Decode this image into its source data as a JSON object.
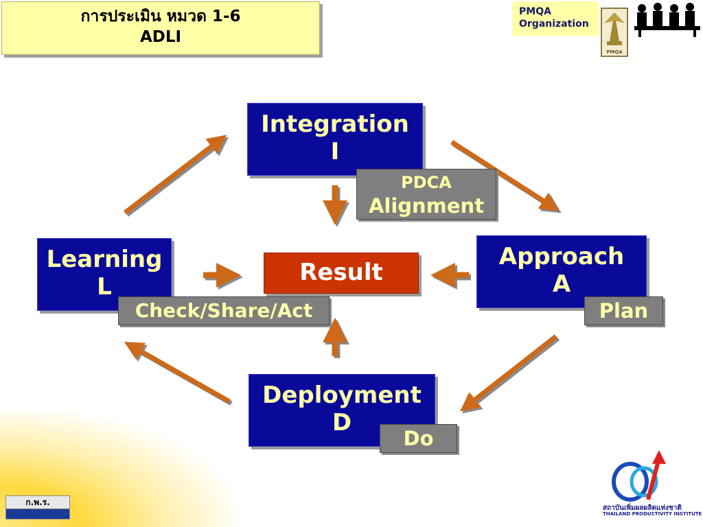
{
  "header": {
    "title_line1": "การประเมิน หมวด 1-6",
    "title_line2": "ADLI",
    "org_line1": "PMQA",
    "org_line2": "Organization",
    "logo_text": "PMQA"
  },
  "diagram": {
    "integration": {
      "name": "Integration",
      "letter": "I"
    },
    "approach": {
      "name": "Approach",
      "letter": "A"
    },
    "deployment": {
      "name": "Deployment",
      "letter": "D"
    },
    "learning": {
      "name": "Learning",
      "letter": "L"
    },
    "result": "Result",
    "tags": {
      "integration_line1": "PDCA",
      "integration_line2": "Alignment",
      "approach": "Plan",
      "deployment": "Do",
      "learning": "Check/Share/Act"
    }
  },
  "footer": {
    "ocsc_label": "ก.พ.ร.",
    "tpi_line1": "สถาบันเพิ่มผลผลิตแห่งชาติ",
    "tpi_line2": "THAILAND PRODUCTIVITY INSTITUTE"
  },
  "colors": {
    "node_fill": "#0a0a9a",
    "node_text": "#ffffa8",
    "result_fill": "#cc3300",
    "tag_fill": "#7f7f7f",
    "arrow": "#cc6a1a",
    "title_fill": "#ffffa8"
  }
}
